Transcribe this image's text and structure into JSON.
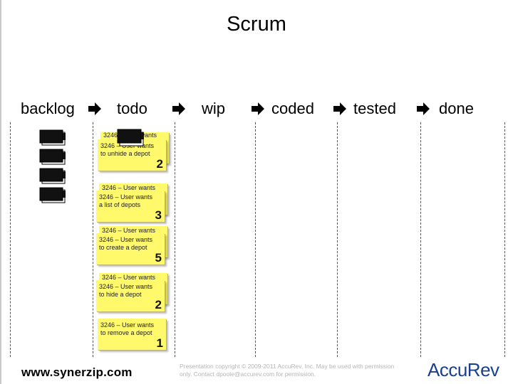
{
  "title": "Scrum",
  "columns": [
    {
      "label": "backlog"
    },
    {
      "label": "todo"
    },
    {
      "label": "wip"
    },
    {
      "label": "coded"
    },
    {
      "label": "tested"
    },
    {
      "label": "done"
    }
  ],
  "stories": [
    {
      "line1": "3246 – User wants",
      "line2": "3246 – User wants",
      "line3": "to unhide a depot",
      "points": "2"
    },
    {
      "line1": "3246 – User wants",
      "line2": "3246 – User wants",
      "line3": "a list of depots",
      "points": "3"
    },
    {
      "line1": "3246 – User wants",
      "line2": "3246 – User wants",
      "line3": "to create a depot",
      "points": "5"
    },
    {
      "line1": "3246 – User wants",
      "line2": "3246 – User wants",
      "line3": "to hide a depot",
      "points": "2"
    },
    {
      "line1": "3246 – User wants",
      "line2": "to remove a depot",
      "line3": "",
      "points": "1"
    }
  ],
  "footer": {
    "url": "www.synerzip.com",
    "copyright": "Presentation copyright © 2009-2011 AccuRev, Inc. May be used with permission only. Contact dpoole@accurev.com for permission.",
    "logo": "AccuRev"
  }
}
